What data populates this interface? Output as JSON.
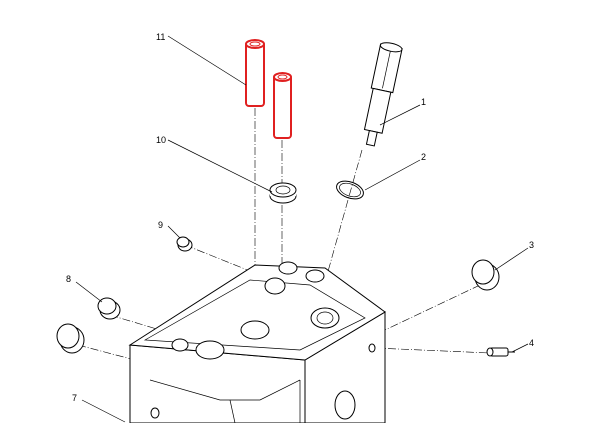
{
  "diagram": {
    "title": "Cylinder head exploded view",
    "callouts": [
      {
        "id": "11",
        "label": "11"
      },
      {
        "id": "10",
        "label": "10"
      },
      {
        "id": "9",
        "label": "9"
      },
      {
        "id": "8",
        "label": "8"
      },
      {
        "id": "7",
        "label": "7"
      },
      {
        "id": "1",
        "label": "1"
      },
      {
        "id": "2",
        "label": "2"
      },
      {
        "id": "3",
        "label": "3"
      },
      {
        "id": "4",
        "label": "4"
      }
    ],
    "highlight_color": "#e02020"
  }
}
